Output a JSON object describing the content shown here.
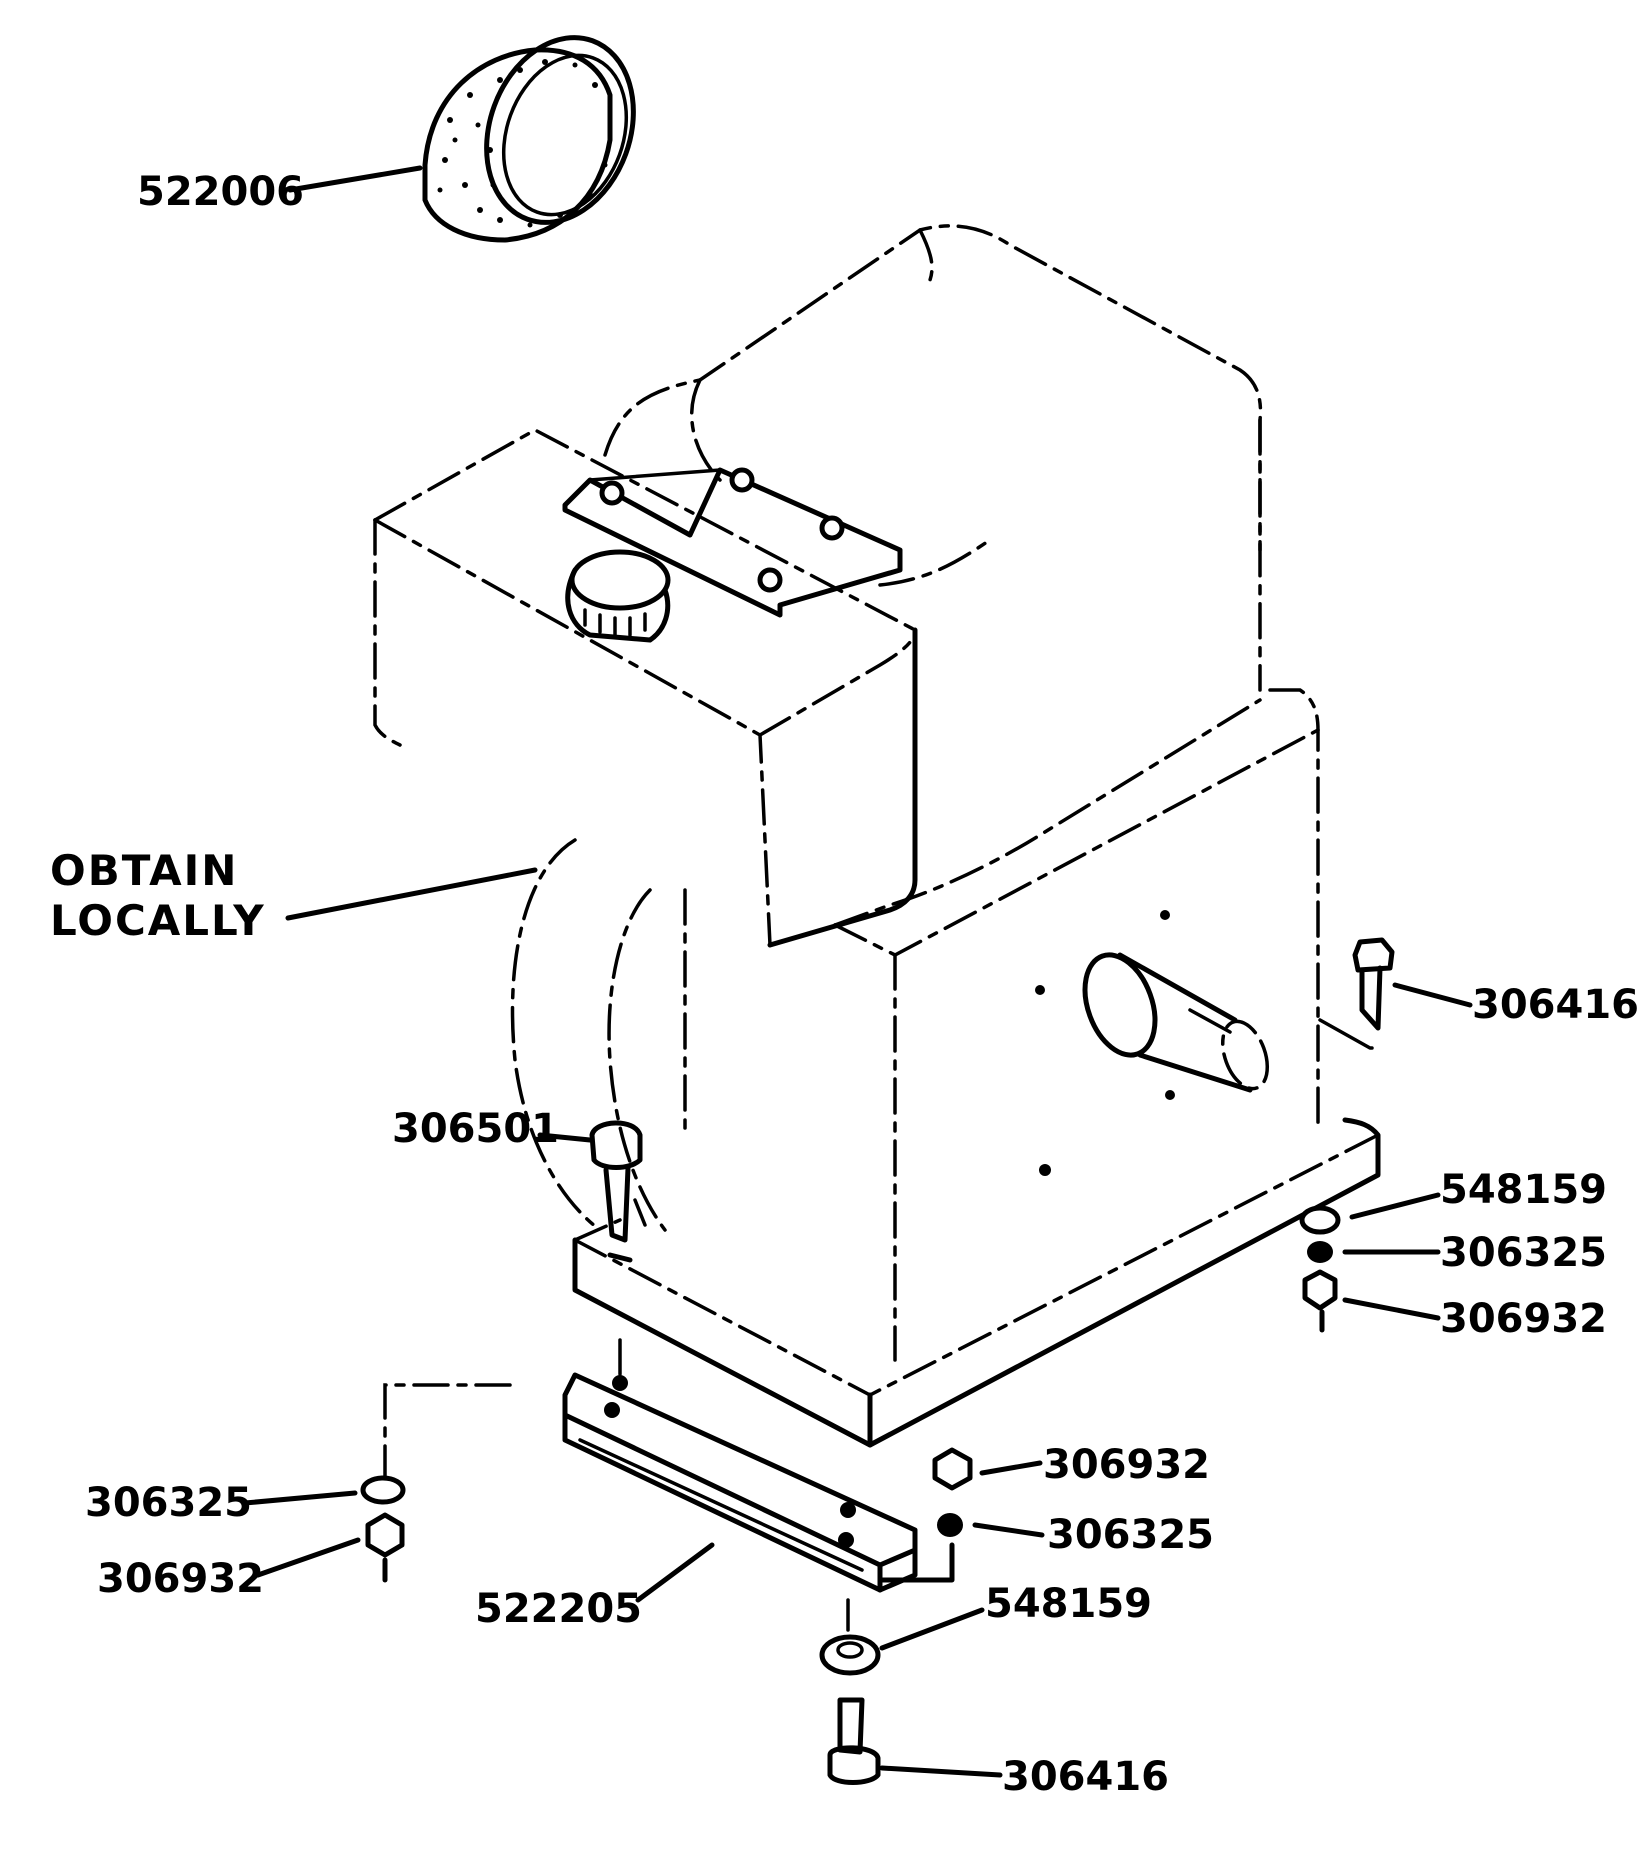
{
  "labels": {
    "top_ring": "522006",
    "obtain_line1": "OBTAIN",
    "obtain_line2": "LOCALLY",
    "bolt_right": "306416",
    "bolt_left": "306501",
    "washer_right_top": "548159",
    "lockwasher_right": "306325",
    "nut_right": "306932",
    "lockwasher_left": "306325",
    "nut_left": "306932",
    "mount_rail": "522205",
    "nut_mid": "306932",
    "lockwasher_mid": "306325",
    "washer_bottom": "548159",
    "bolt_bottom": "306416"
  }
}
